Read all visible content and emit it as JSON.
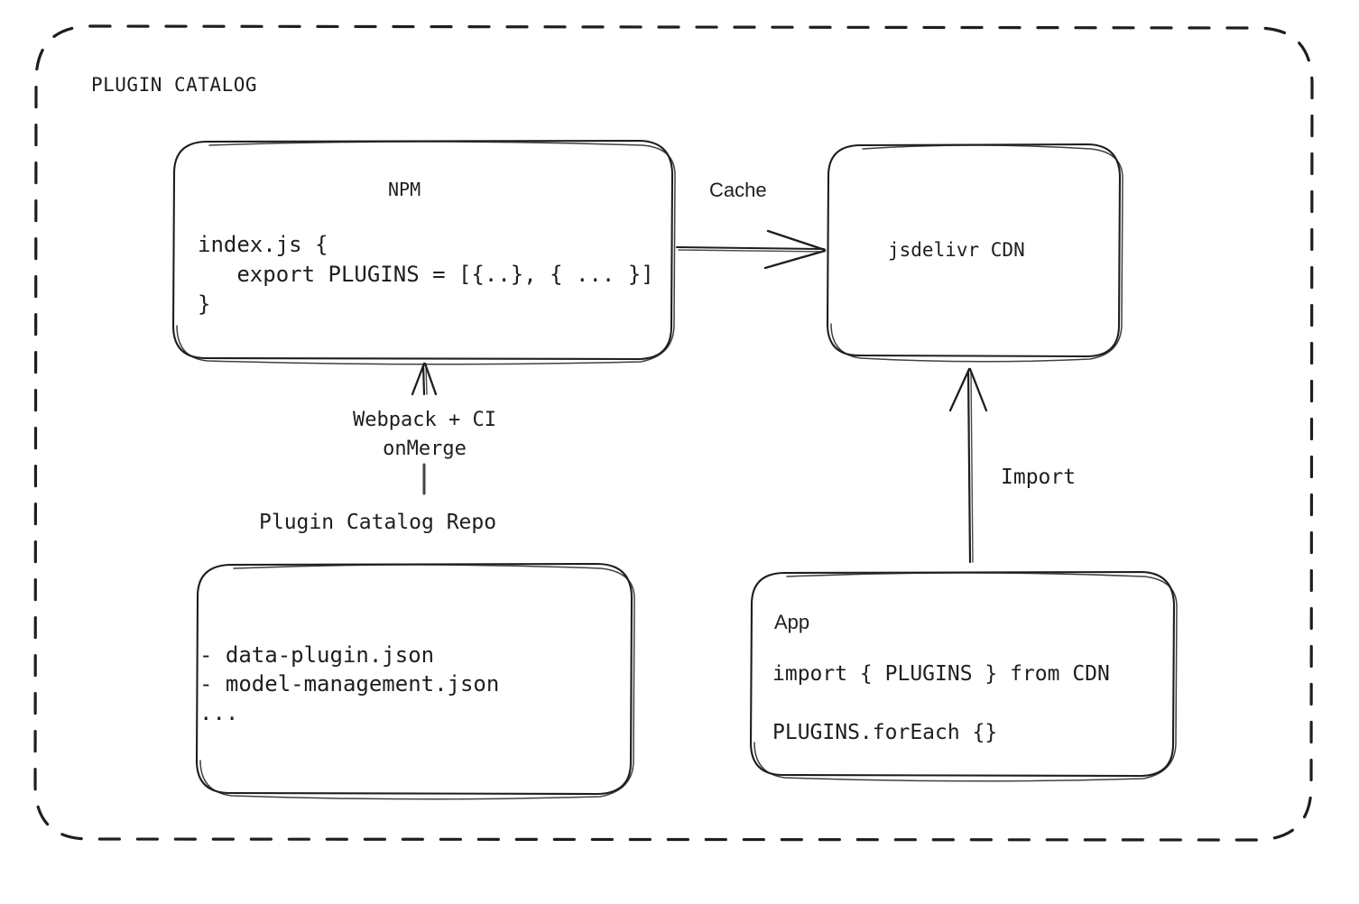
{
  "diagram": {
    "title": "PLUGIN CATALOG",
    "background_color": "#ffffff",
    "stroke_color": "#1e1e1e",
    "style": "hand-drawn",
    "container": {
      "label": "PLUGIN CATALOG",
      "border_style": "dashed",
      "border_color": "#1e1e1e"
    },
    "nodes": [
      {
        "id": "npm",
        "title": "NPM",
        "code_lines": [
          "index.js {",
          "   export PLUGINS = [{..}, { ... }]",
          "}"
        ],
        "shape": "rounded-rectangle"
      },
      {
        "id": "jsdelivr-cdn",
        "title": "jsdelivr CDN",
        "shape": "rounded-rectangle"
      },
      {
        "id": "plugin-catalog-repo",
        "caption": "Plugin Catalog Repo",
        "file_lines": [
          "- data-plugin.json",
          "- model-management.json",
          "..."
        ],
        "shape": "rounded-rectangle"
      },
      {
        "id": "app",
        "title": "App",
        "code_lines": [
          "import { PLUGINS } from CDN",
          "PLUGINS.forEach {}"
        ],
        "shape": "rounded-rectangle"
      }
    ],
    "edges": [
      {
        "id": "npm-to-cdn",
        "label": "Cache",
        "from": "npm",
        "to": "jsdelivr-cdn",
        "direction": "right"
      },
      {
        "id": "repo-to-npm",
        "label": "Webpack + CI\nonMerge",
        "label_line1": "Webpack + CI",
        "label_line2": "onMerge",
        "from": "plugin-catalog-repo",
        "to": "npm",
        "direction": "up"
      },
      {
        "id": "app-to-cdn",
        "label": "Import",
        "from": "app",
        "to": "jsdelivr-cdn",
        "direction": "up"
      }
    ]
  }
}
